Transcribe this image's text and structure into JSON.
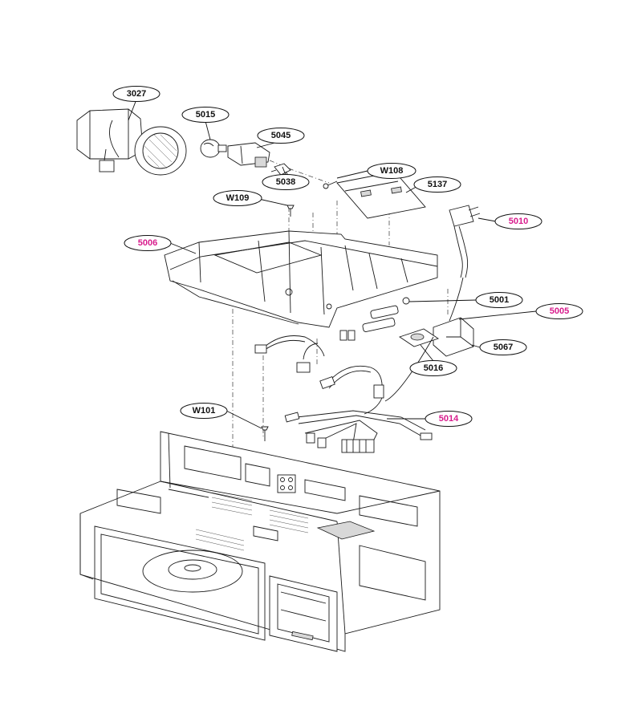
{
  "accent_color": "#d81b8c",
  "callouts": [
    {
      "id": "3027",
      "label": "3027",
      "highlight": false
    },
    {
      "id": "5015",
      "label": "5015",
      "highlight": false
    },
    {
      "id": "5045",
      "label": "5045",
      "highlight": false
    },
    {
      "id": "5038",
      "label": "5038",
      "highlight": false
    },
    {
      "id": "W108",
      "label": "W108",
      "highlight": false
    },
    {
      "id": "5137",
      "label": "5137",
      "highlight": false
    },
    {
      "id": "W109",
      "label": "W109",
      "highlight": false
    },
    {
      "id": "5010",
      "label": "5010",
      "highlight": true
    },
    {
      "id": "5006",
      "label": "5006",
      "highlight": true
    },
    {
      "id": "5001",
      "label": "5001",
      "highlight": false
    },
    {
      "id": "5005",
      "label": "5005",
      "highlight": true
    },
    {
      "id": "5067",
      "label": "5067",
      "highlight": false
    },
    {
      "id": "5016",
      "label": "5016",
      "highlight": false
    },
    {
      "id": "W101",
      "label": "W101",
      "highlight": false
    },
    {
      "id": "5014",
      "label": "5014",
      "highlight": true
    }
  ]
}
